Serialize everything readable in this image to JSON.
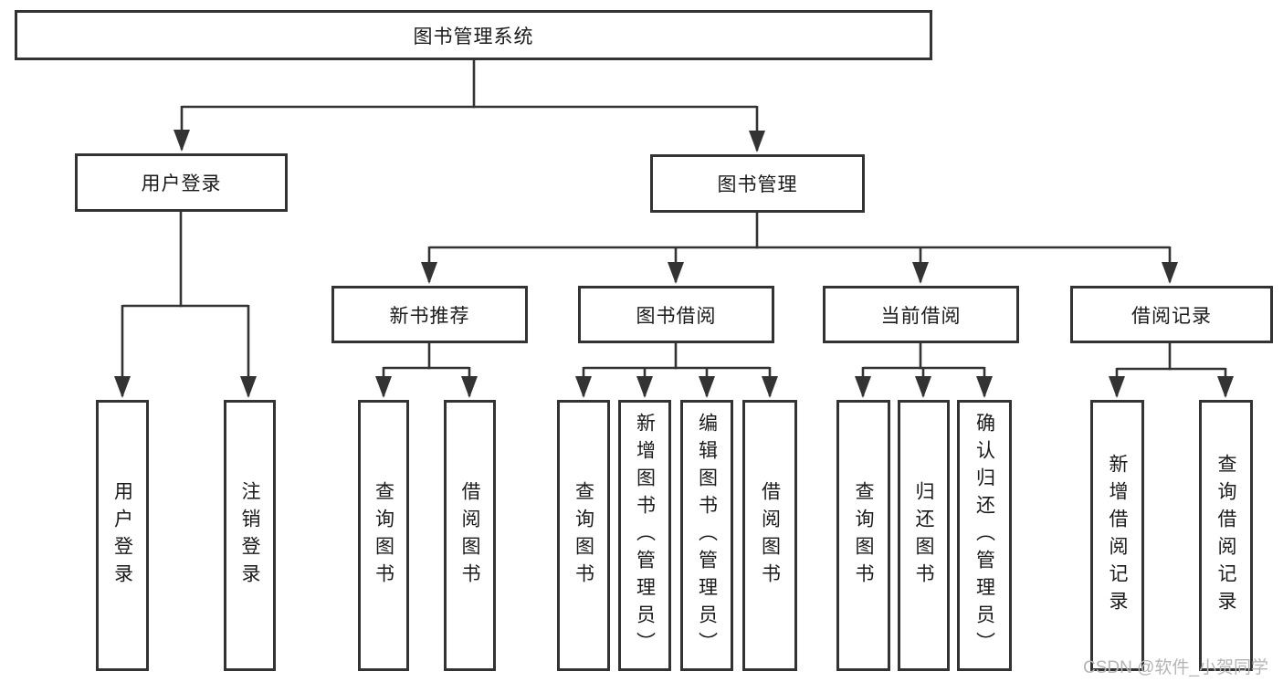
{
  "diagram": {
    "root": {
      "label": "图书管理系统"
    },
    "level2": [
      {
        "label": "用户登录"
      },
      {
        "label": "图书管理"
      }
    ],
    "level3": [
      {
        "label": "新书推荐"
      },
      {
        "label": "图书借阅"
      },
      {
        "label": "当前借阅"
      },
      {
        "label": "借阅记录"
      }
    ],
    "leaves": [
      {
        "label": "用户登录",
        "parent": "用户登录"
      },
      {
        "label": "注销登录",
        "parent": "用户登录"
      },
      {
        "label": "查询图书",
        "parent": "新书推荐"
      },
      {
        "label": "借阅图书",
        "parent": "新书推荐"
      },
      {
        "label": "查询图书",
        "parent": "图书借阅"
      },
      {
        "label": "新增图书（管理员）",
        "parent": "图书借阅"
      },
      {
        "label": "编辑图书（管理员）",
        "parent": "图书借阅"
      },
      {
        "label": "借阅图书",
        "parent": "图书借阅"
      },
      {
        "label": "查询图书",
        "parent": "当前借阅"
      },
      {
        "label": "归还图书",
        "parent": "当前借阅"
      },
      {
        "label": "确认归还（管理员）",
        "parent": "当前借阅"
      },
      {
        "label": "新增借阅记录",
        "parent": "借阅记录"
      },
      {
        "label": "查询借阅记录",
        "parent": "借阅记录"
      }
    ]
  },
  "watermark": {
    "text": "CSDN @软件_小贺同学"
  },
  "colors": {
    "line": "#333333",
    "text": "#1a1a1a",
    "watermark": "#b5b5b5",
    "background": "#ffffff"
  }
}
